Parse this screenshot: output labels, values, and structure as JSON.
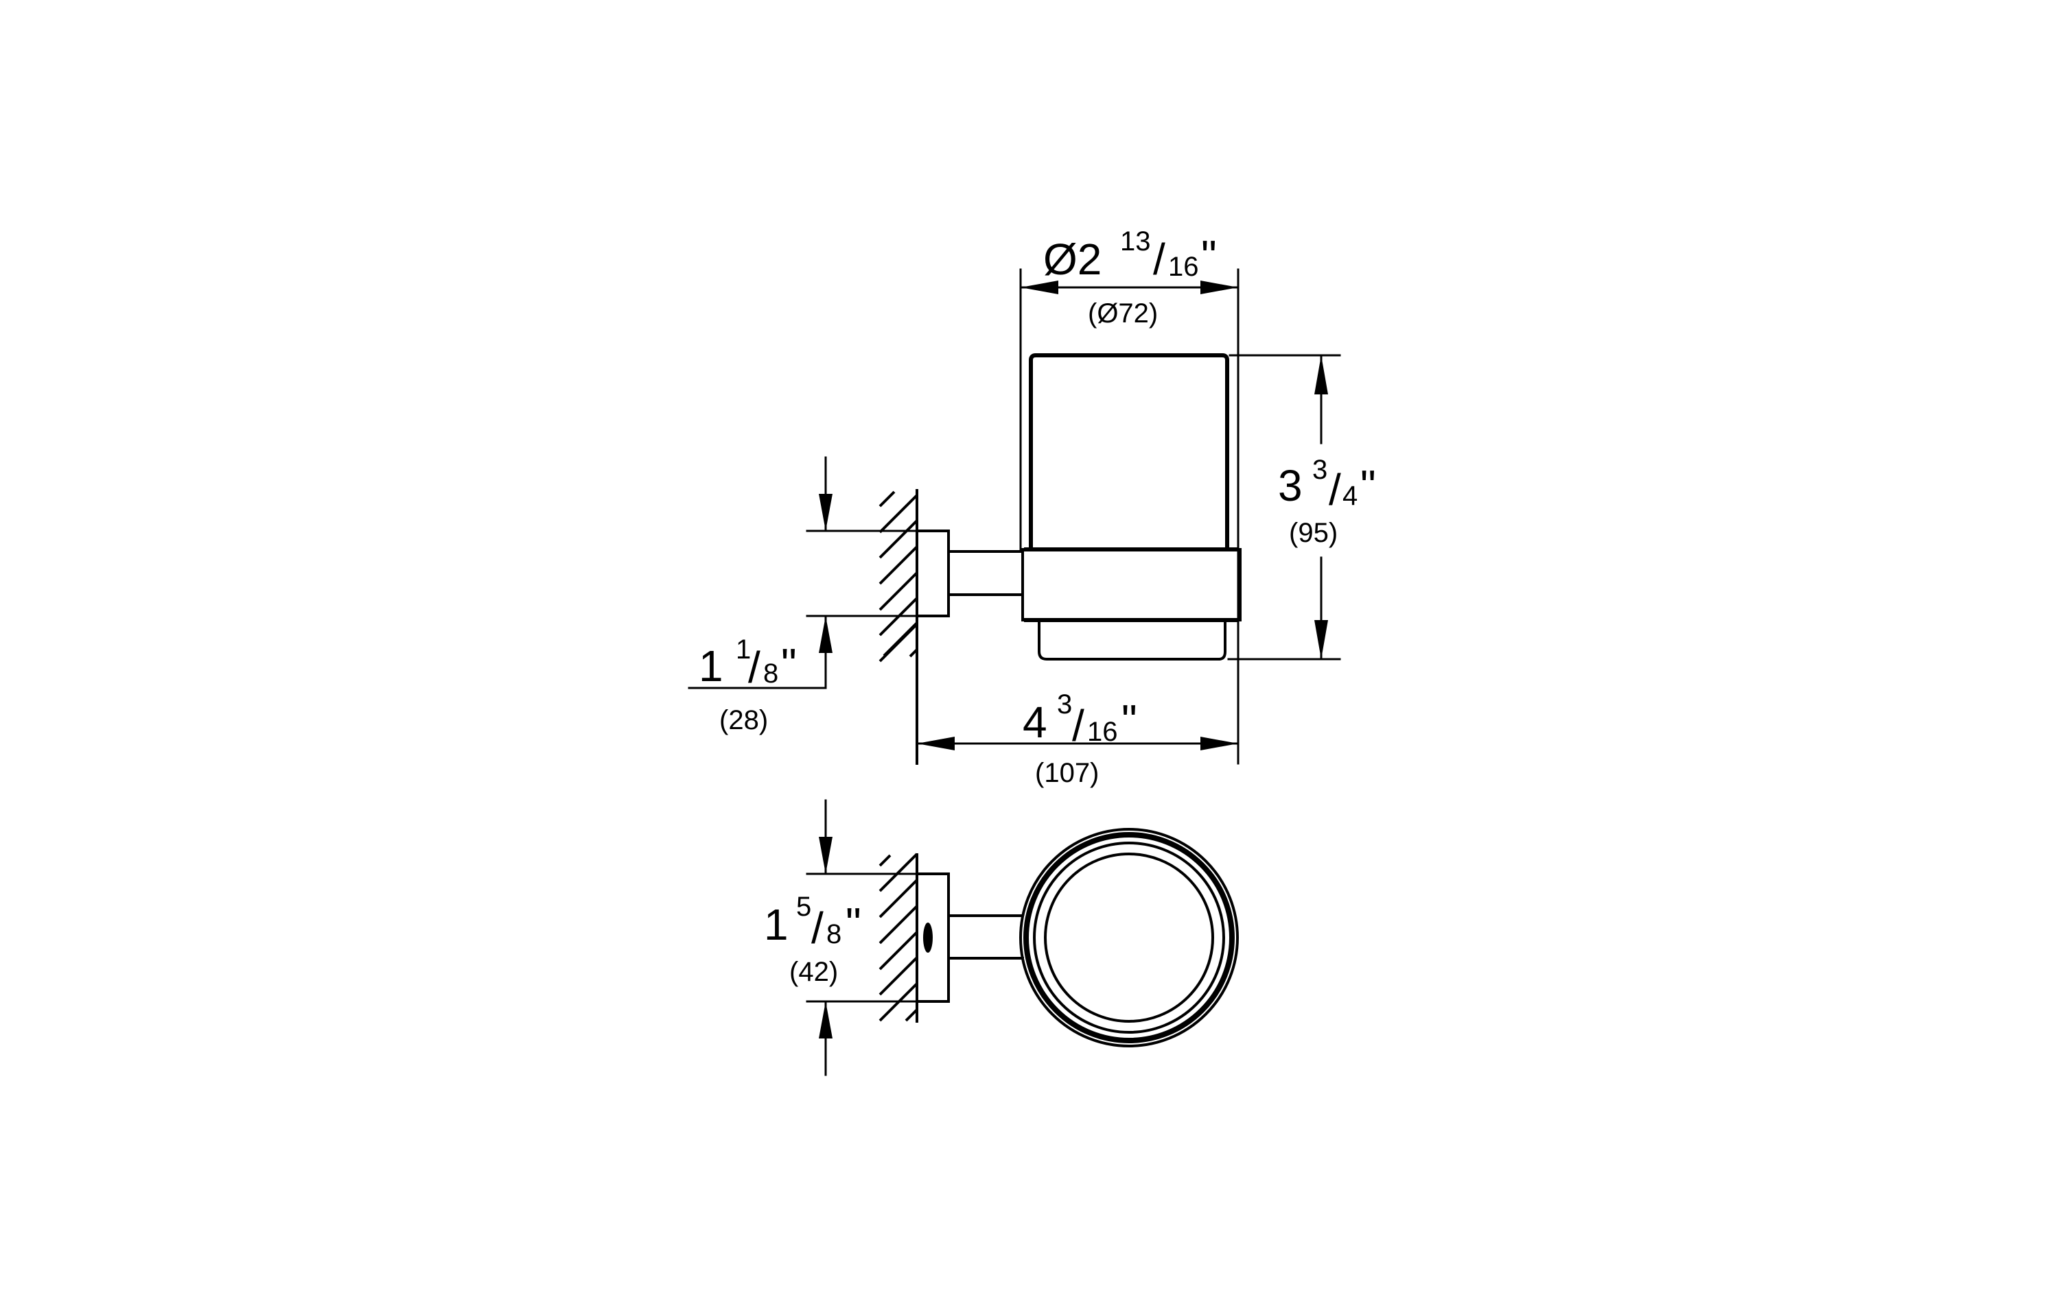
{
  "drawing": {
    "title": "Tumbler holder dimension drawing",
    "units": [
      "inch",
      "mm"
    ],
    "line_color": "#000000",
    "background": "#ffffff"
  },
  "dimensions": {
    "diameter": {
      "prefix": "Ø2",
      "numerator": "13",
      "slash": "/",
      "denominator": "16",
      "inch_mark": "\"",
      "metric": "(Ø72)"
    },
    "height": {
      "whole": "3",
      "numerator": "3",
      "slash": "/",
      "denominator": "4",
      "inch_mark": "\"",
      "metric": "(95)"
    },
    "flange_side": {
      "whole": "1",
      "numerator": "1",
      "slash": "/",
      "denominator": "8",
      "inch_mark": "\"",
      "metric": "(28)"
    },
    "projection": {
      "whole": "4",
      "numerator": "3",
      "slash": "/",
      "denominator": "16",
      "inch_mark": "\"",
      "metric": "(107)"
    },
    "flange_top": {
      "whole": "1",
      "numerator": "5",
      "slash": "/",
      "denominator": "8",
      "inch_mark": "\"",
      "metric": "(42)"
    }
  },
  "views": {
    "side_view": "side-elevation",
    "top_view": "plan-view"
  }
}
